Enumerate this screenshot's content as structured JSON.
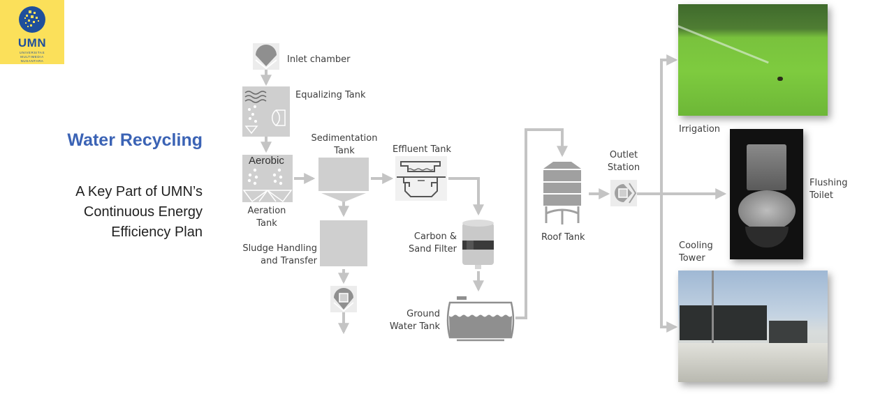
{
  "logo": {
    "wordmark": "UMN",
    "subline_1": "UNIVERSITAS",
    "subline_2": "MULTIMEDIA",
    "subline_3": "NUSANTARA",
    "brand_bg": "#fbe05a",
    "brand_blue": "#1f4f9b"
  },
  "heading": {
    "title": "Water Recycling",
    "subtitle_line_1": "A Key Part of UMN’s",
    "subtitle_line_2": "Continuous Energy",
    "subtitle_line_3": "Efficiency Plan",
    "title_color": "#3b63b5"
  },
  "diagram": {
    "stages": {
      "inlet_chamber": "Inlet chamber",
      "equalizing_tank": "Equalizing Tank",
      "aerobic_tag": "Aerobic",
      "aeration_tank_1": "Aeration",
      "aeration_tank_2": "Tank",
      "sedimentation_tank_1": "Sedimentation",
      "sedimentation_tank_2": "Tank",
      "effluent_tank": "Effluent Tank",
      "sludge_1": "Sludge Handling",
      "sludge_2": "and Transfer",
      "carbon_filter_1": "Carbon &",
      "carbon_filter_2": "Sand Filter",
      "ground_tank_1": "Ground",
      "ground_tank_2": "Water Tank",
      "roof_tank": "Roof Tank",
      "outlet_station_1": "Outlet",
      "outlet_station_2": "Station"
    },
    "destinations": {
      "irrigation": "Irrigation",
      "flushing_1": "Flushing",
      "flushing_2": "Toilet",
      "cooling_1": "Cooling",
      "cooling_2": "Tower"
    },
    "colors": {
      "icon_fill": "#bdbdbd",
      "icon_dark": "#8f8f8f",
      "arrow": "#c4c4c4"
    }
  }
}
